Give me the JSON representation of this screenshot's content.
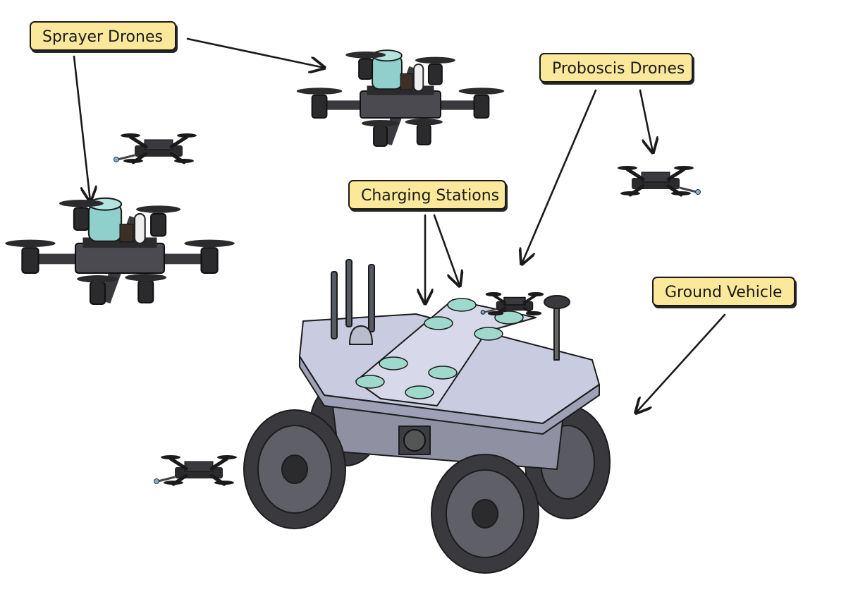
{
  "labels": {
    "sprayer": "Sprayer Drones",
    "proboscis": "Proboscis Drones",
    "charging": "Charging Stations",
    "ground": "Ground Vehicle"
  },
  "colors": {
    "label_fill": "#fbe89a",
    "outline": "#1a1a1a",
    "vehicle_body": "#c9cbe0",
    "charging_pad": "#9fd8cc",
    "tank_tint": "#8fd0cc",
    "drone_dark": "#2b2b2e"
  }
}
